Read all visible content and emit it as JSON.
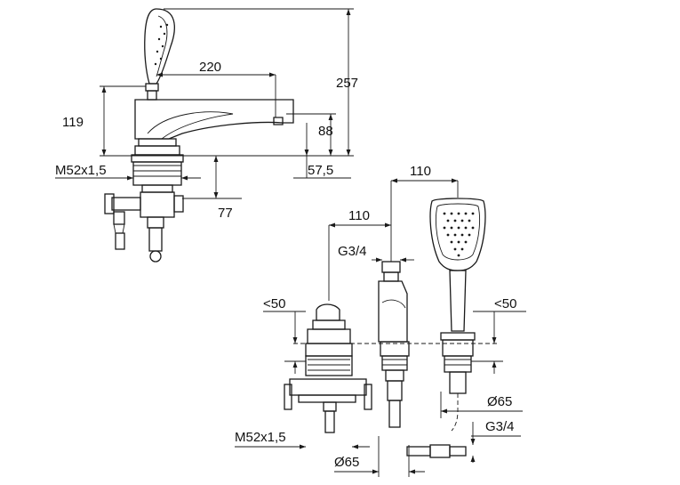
{
  "labels": {
    "spout_length": "220",
    "total_height": "257",
    "body_height": "119",
    "spout_height": "88",
    "spout_offset": "57,5",
    "thread_top": "M52x1,5",
    "below_deck": "77",
    "handshower_spacing": "110",
    "mixer_spacing": "110",
    "connection_top": "G3/4",
    "deck_left": "<50",
    "deck_right": "<50",
    "diameter_right": "Ø65",
    "connection_bottom": "G3/4",
    "thread_bottom": "M52x1,5",
    "diameter_bottom": "Ø65"
  }
}
